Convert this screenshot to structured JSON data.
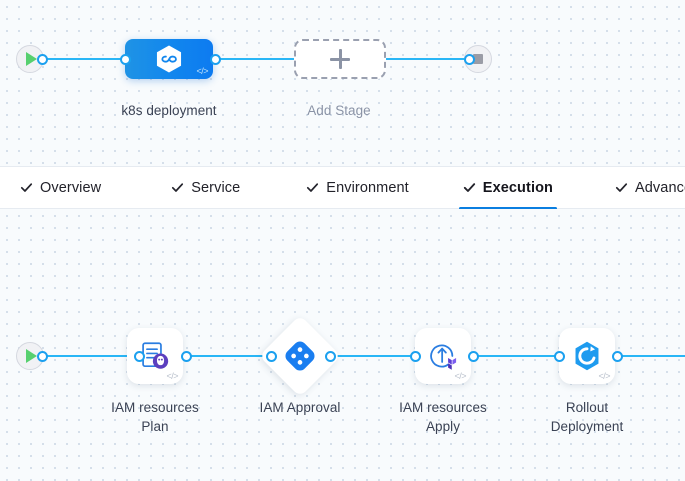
{
  "theme": {
    "edge_color": "#29b6f6",
    "port_stroke": "#1ba0ef",
    "accent_blue": "#0a7ee0",
    "canvas_bg": "#f8fbfd",
    "grid_dot": "#c9d6e4",
    "start_green": "#57d06f",
    "stop_gray": "#9a9ca6",
    "terraform_purple": "#5c3fbf",
    "node_blue": "#1186ee"
  },
  "pipeline_canvas": {
    "start_node": {
      "name": "start-node",
      "icon": "play-icon"
    },
    "end_node": {
      "name": "end-node",
      "icon": "stop-icon"
    },
    "stages": [
      {
        "label": "k8s deployment",
        "icon": "k8s-hexagon-icon",
        "code_glyph": "</>",
        "type": "deploy"
      }
    ],
    "add_stage": {
      "label": "Add Stage",
      "icon": "plus-icon"
    }
  },
  "tabs": {
    "items": [
      {
        "label": "Overview",
        "checked": true,
        "active": false,
        "icon": "check-icon"
      },
      {
        "label": "Service",
        "checked": true,
        "active": false,
        "icon": "check-icon"
      },
      {
        "label": "Environment",
        "checked": true,
        "active": false,
        "icon": "check-icon"
      },
      {
        "label": "Execution",
        "checked": true,
        "active": true,
        "icon": "check-icon"
      },
      {
        "label": "Advanced",
        "checked": true,
        "active": false,
        "icon": "check-icon"
      }
    ]
  },
  "execution_canvas": {
    "start_node": {
      "name": "execution-start-node",
      "icon": "play-icon"
    },
    "steps": [
      {
        "label_line1": "IAM resources",
        "label_line2": "Plan",
        "icon": "terraform-plan-icon",
        "code_glyph": "</>",
        "shape": "rounded"
      },
      {
        "label_line1": "IAM Approval",
        "label_line2": "",
        "icon": "approval-diamond-icon",
        "code_glyph": "",
        "shape": "diamond"
      },
      {
        "label_line1": "IAM resources",
        "label_line2": "Apply",
        "icon": "terraform-apply-icon",
        "code_glyph": "</>",
        "shape": "rounded"
      },
      {
        "label_line1": "Rollout",
        "label_line2": "Deployment",
        "icon": "k8s-rollout-icon",
        "code_glyph": "</>",
        "shape": "rounded"
      }
    ]
  }
}
